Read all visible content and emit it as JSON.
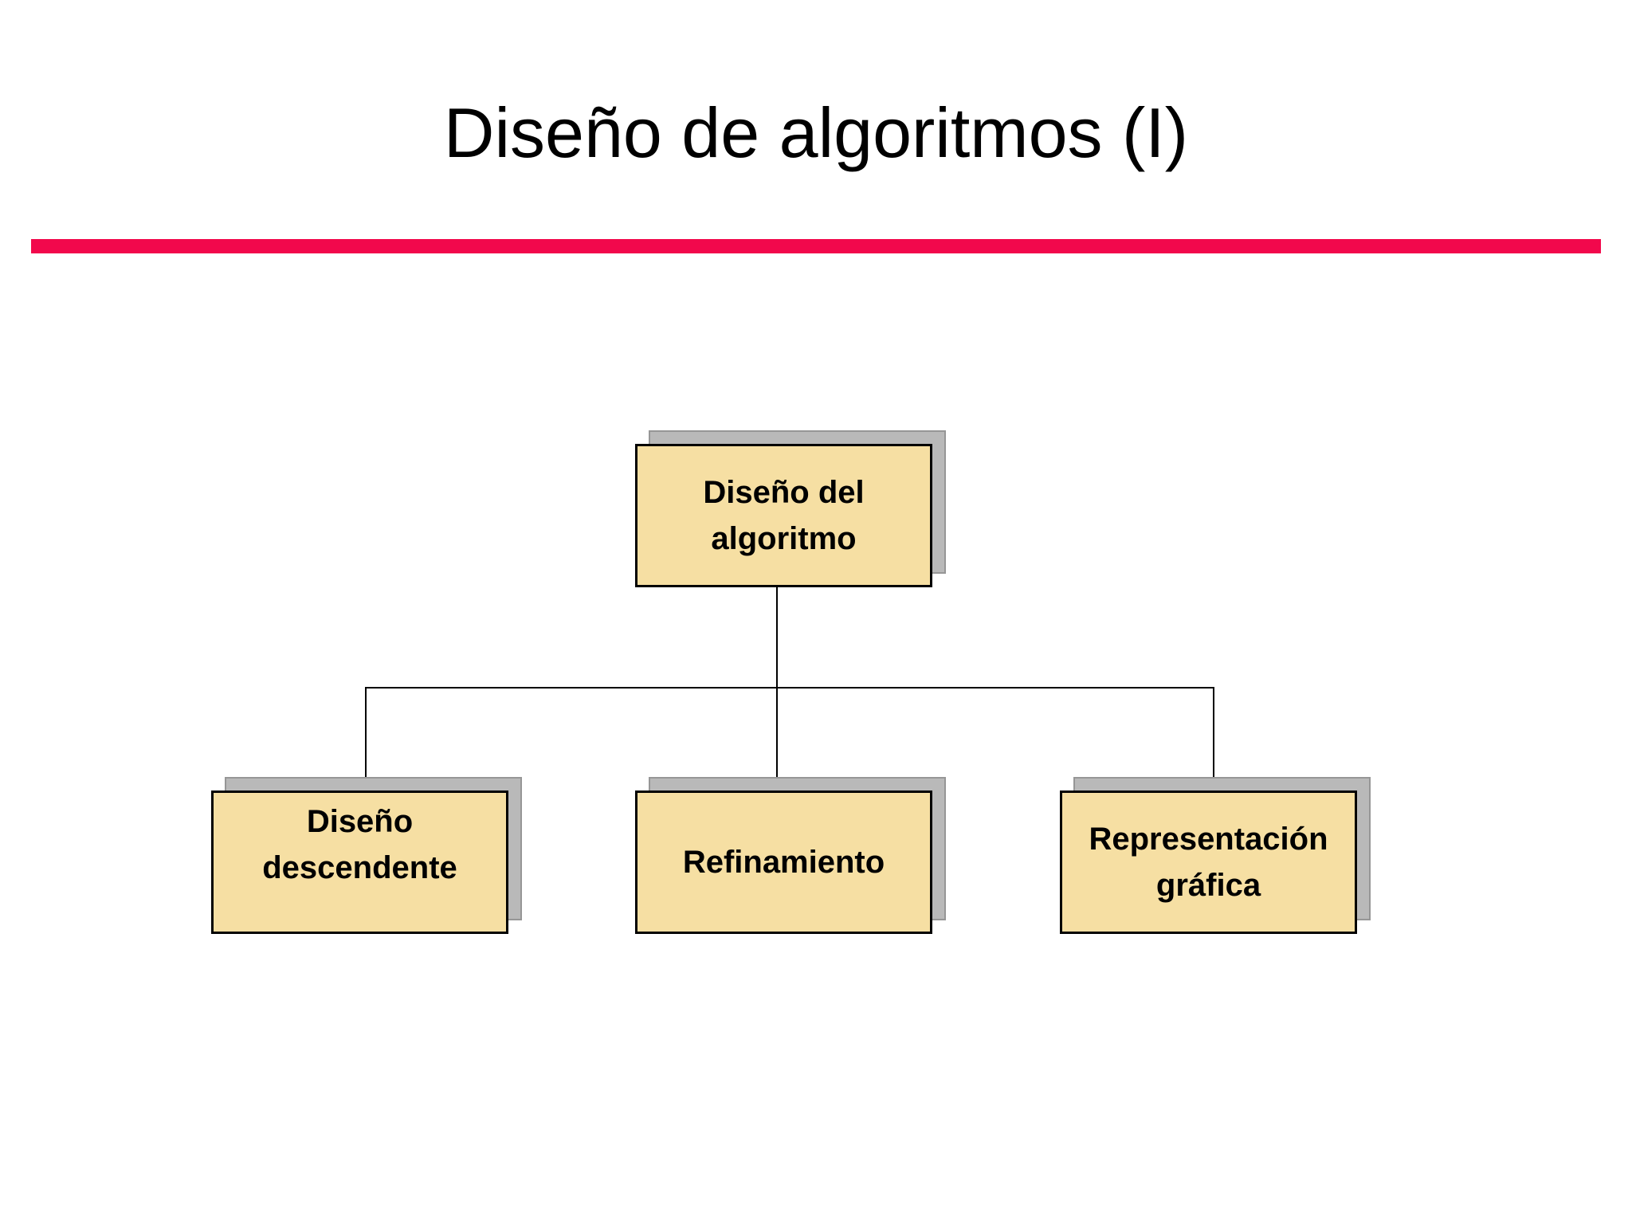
{
  "slide": {
    "title": "Diseño de algoritmos (I)",
    "background_color": "#FFFFFF",
    "accent_color": "#F2084C",
    "title_color": "#000000"
  },
  "diagram": {
    "type": "hierarchy",
    "box_fill": "#F6DFA3",
    "box_border_color": "#000000",
    "shadow_fill": "#B9B9B9",
    "shadow_edge_color": "#969696",
    "connector_color": "#000000",
    "nodes": [
      {
        "id": "diseno-del-algoritmo",
        "role": "root",
        "lines": [
          "Diseño del",
          "algoritmo"
        ]
      },
      {
        "id": "diseno-descendente",
        "role": "child",
        "lines": [
          "Diseño",
          "descendente"
        ]
      },
      {
        "id": "refinamiento",
        "role": "child",
        "lines": [
          "Refinamiento"
        ]
      },
      {
        "id": "representacion-grafica",
        "role": "child",
        "lines": [
          "Representación",
          "gráfica"
        ]
      }
    ],
    "edges": [
      {
        "from": "diseno-del-algoritmo",
        "to": "diseno-descendente"
      },
      {
        "from": "diseno-del-algoritmo",
        "to": "refinamiento"
      },
      {
        "from": "diseno-del-algoritmo",
        "to": "representacion-grafica"
      }
    ]
  }
}
